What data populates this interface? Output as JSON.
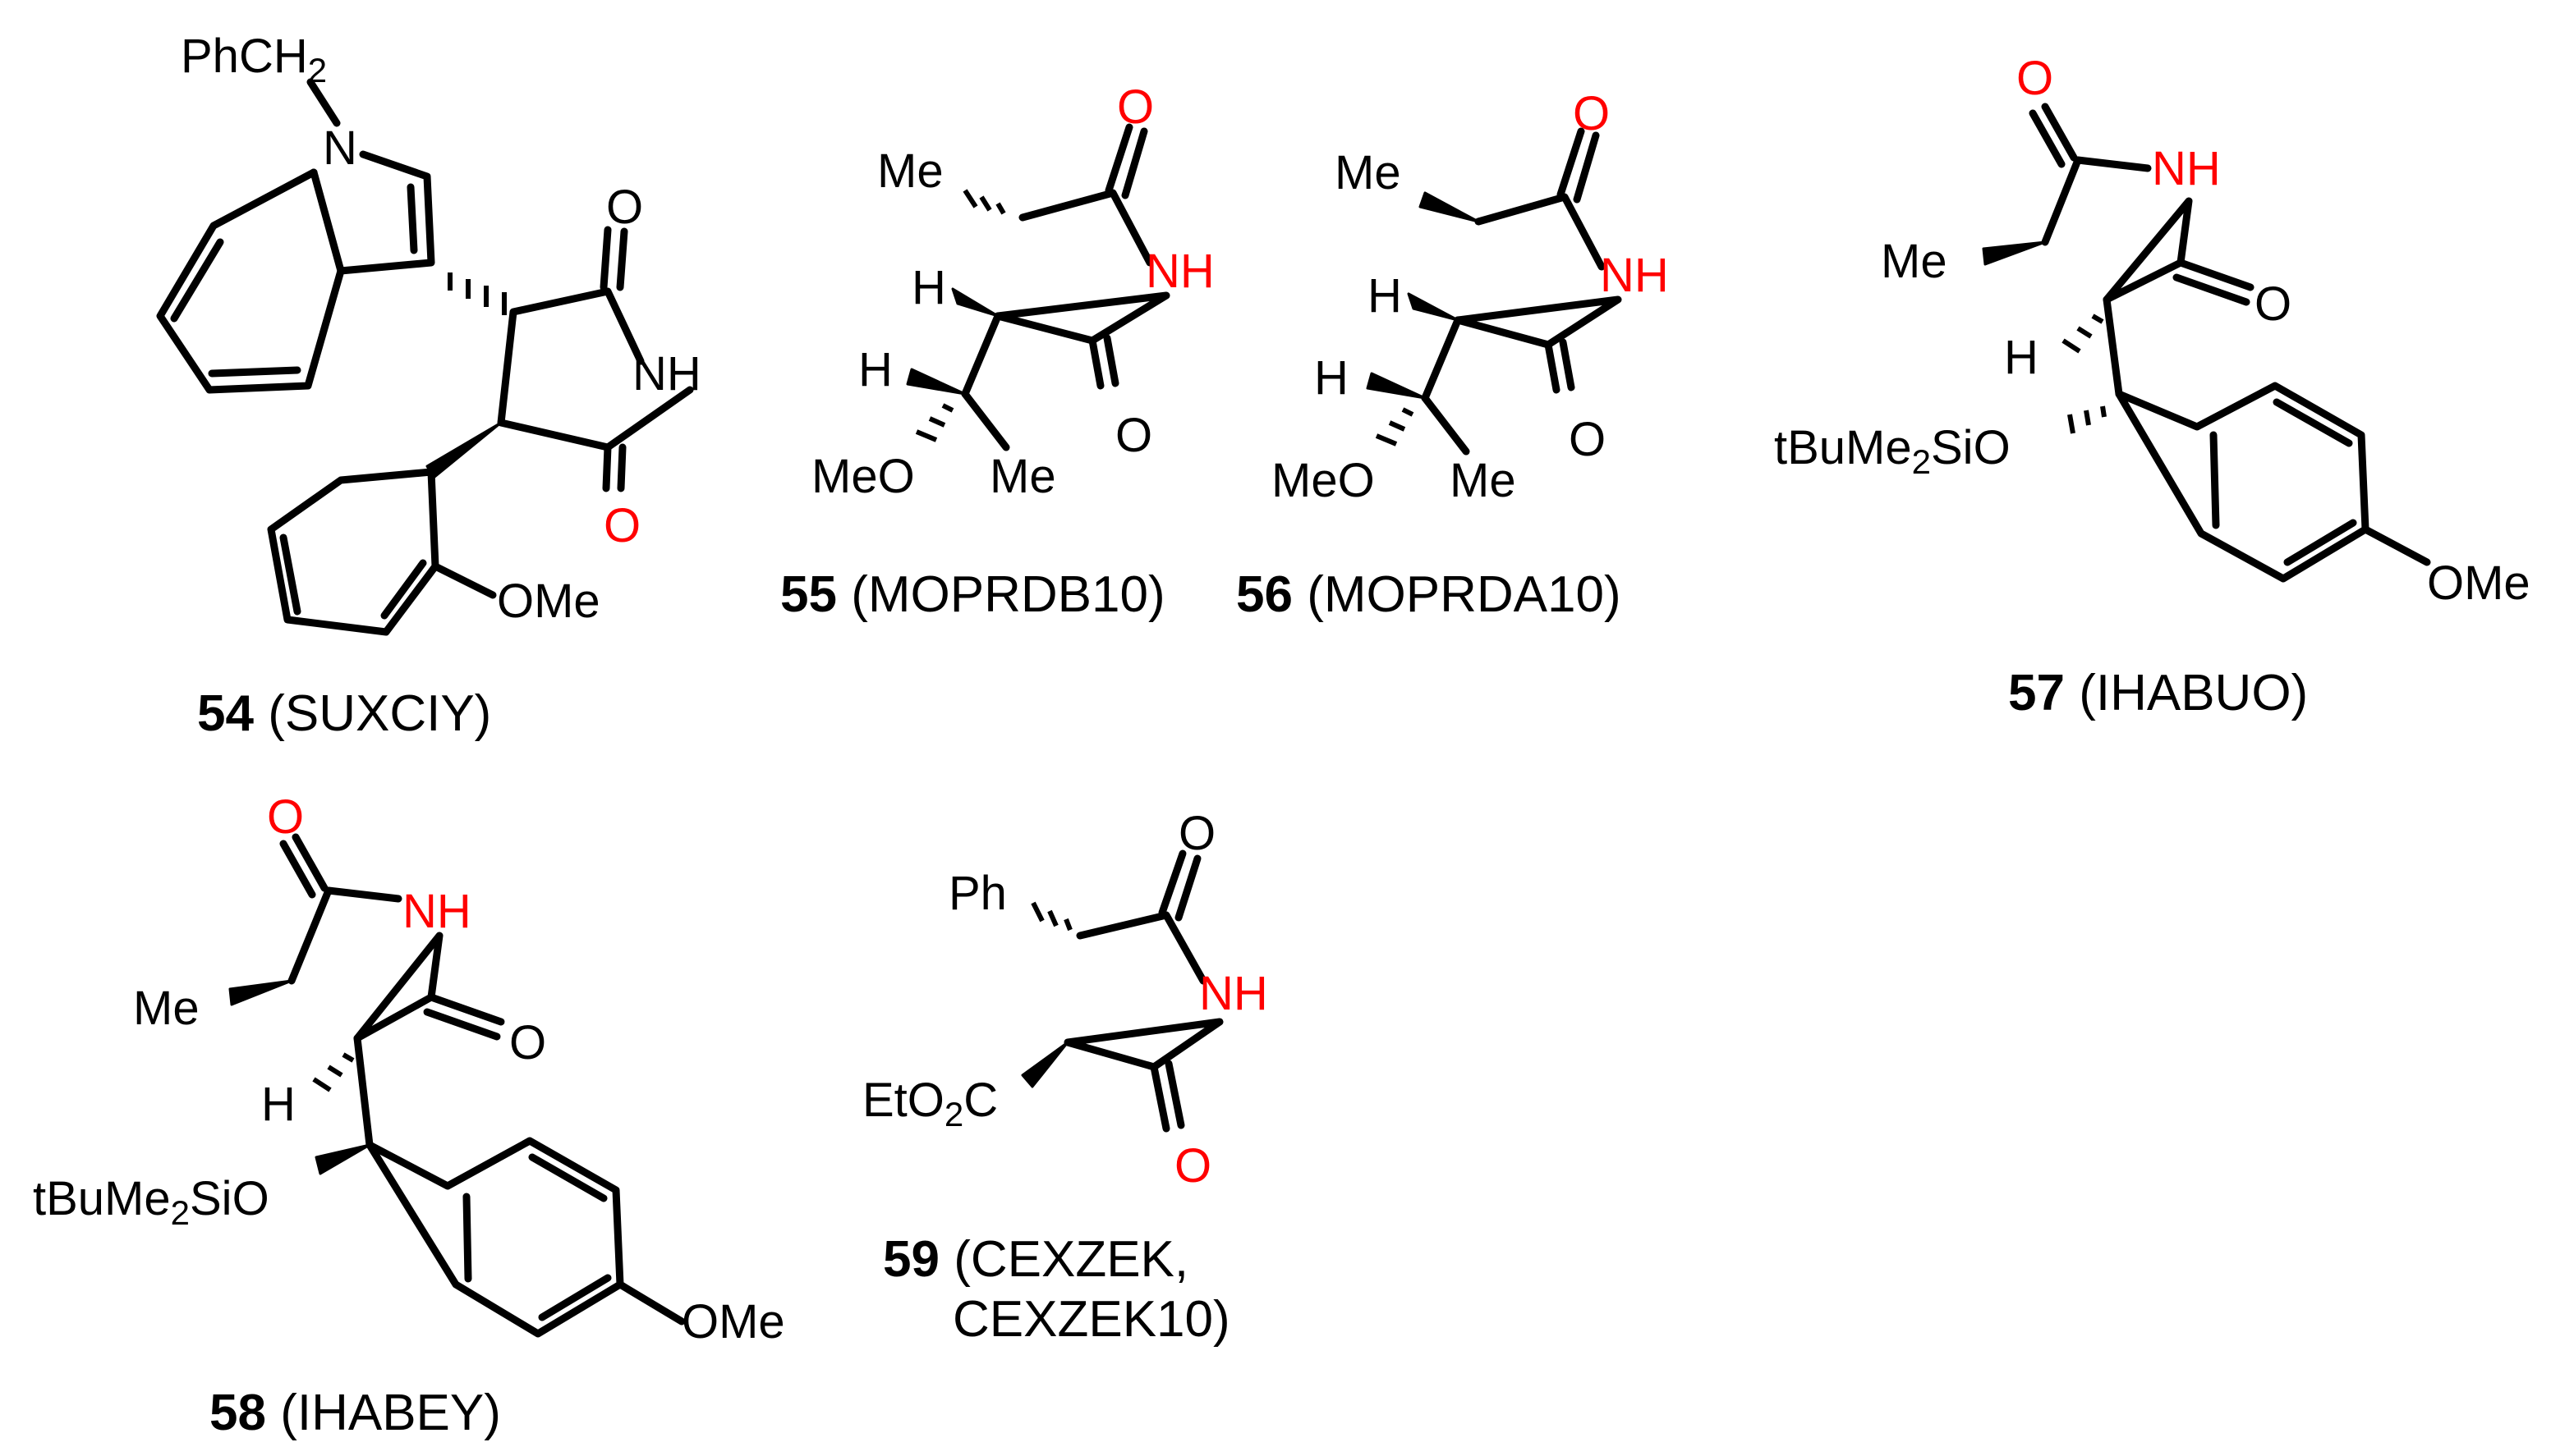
{
  "colors": {
    "bond": "#000000",
    "heteroatom": "#ff0000",
    "background": "#ffffff"
  },
  "labels": {
    "phch2": "PhCH",
    "sub2": "2",
    "n": "N",
    "o": "O",
    "nh": "NH",
    "ome": "OMe",
    "meo": "MeO",
    "me": "Me",
    "h": "H",
    "ph": "Ph",
    "tbume": "tBuMe",
    "sio": "SiO",
    "eto": "EtO",
    "c": "C"
  },
  "compounds": [
    {
      "number": "54",
      "code": "(SUXCIY)"
    },
    {
      "number": "55",
      "code": "(MOPRDB10)"
    },
    {
      "number": "56",
      "code": "(MOPRDA10)"
    },
    {
      "number": "57",
      "code": "(IHABUO)"
    },
    {
      "number": "58",
      "code": "(IHABEY)"
    },
    {
      "number": "59",
      "code": "(CEXZEK,",
      "code2": "CEXZEK10)"
    }
  ]
}
